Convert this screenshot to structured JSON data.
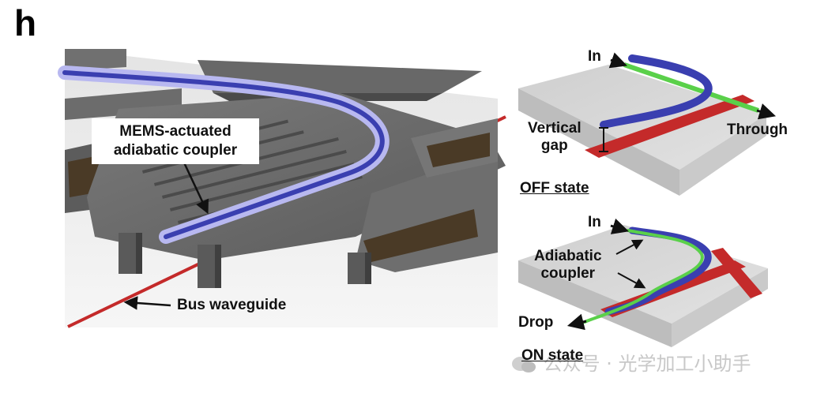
{
  "panel_letter": "h",
  "left_diagram": {
    "callout_line1": "MEMS-actuated",
    "callout_line2": "adiabatic coupler",
    "bus_label": "Bus waveguide"
  },
  "off_state": {
    "in_label": "In",
    "through_label": "Through",
    "vertical_label_line1": "Vertical",
    "vertical_label_line2": "gap",
    "state_label": "OFF state"
  },
  "on_state": {
    "in_label": "In",
    "adiabatic_label_line1": "Adiabatic",
    "adiabatic_label_line2": "coupler",
    "drop_label": "Drop",
    "state_label": "ON state"
  },
  "watermark": "公众号 · 光学加工小助手",
  "colors": {
    "waveguide_blue": "#3a3fb0",
    "waveguide_glow": "#b8b8f0",
    "bus_red": "#c42a2a",
    "waveguide_green": "#5ad04a",
    "structure_gray": "#6a6a6a",
    "pad_brown": "#4a3a26",
    "substrate": "#d9d9d9"
  }
}
